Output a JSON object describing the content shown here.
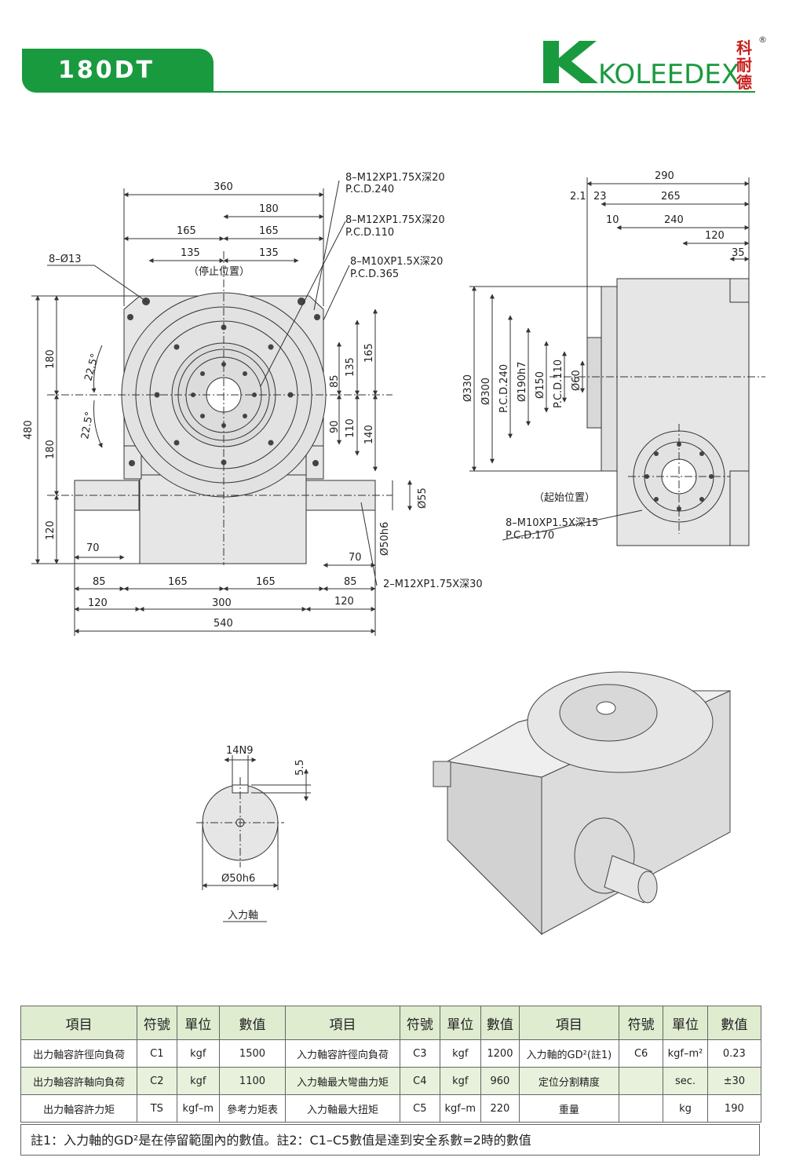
{
  "header": {
    "model": "180DT",
    "brand_name": "KOLEEDEX",
    "brand_cn": [
      "科",
      "耐",
      "德"
    ],
    "registered": "®"
  },
  "colors": {
    "brand_green": "#1a9a3f",
    "table_head": "#dfeccf",
    "table_alt": "#e8f1db",
    "line": "#333333"
  },
  "front_view": {
    "dims": {
      "w360": "360",
      "w180": "180",
      "w165a": "165",
      "w165b": "165",
      "w135a": "135",
      "w135b": "135",
      "h480": "480",
      "h180a": "180",
      "h180b": "180",
      "h120": "120",
      "a22a": "22.5°",
      "a22b": "22.5°",
      "v85": "85",
      "v135": "135",
      "v165": "165",
      "v90": "90",
      "v110": "110",
      "v140": "140",
      "d55": "Ø55",
      "d50": "Ø50h6",
      "b70l": "70",
      "b70r": "70",
      "b85l": "85",
      "b165l": "165",
      "b165r": "165",
      "b85r": "85",
      "b120l": "120",
      "b300": "300",
      "b120r": "120",
      "b540": "540"
    },
    "labels": {
      "hole13": "8–Ø13",
      "stop": "（停止位置）",
      "m12_240": "8–M12XP1.75X深20",
      "pcd240": "P.C.D.240",
      "m12_110": "8–M12XP1.75X深20",
      "pcd110": "P.C.D.110",
      "m10_365": "8–M10XP1.5X深20",
      "pcd365": "P.C.D.365",
      "m12_30": "2–M12XP1.75X深30"
    }
  },
  "side_view": {
    "dims": {
      "w290": "290",
      "w265": "265",
      "w240": "240",
      "w120": "120",
      "w35": "35",
      "w21": "2.1",
      "w23": "23",
      "w10": "10",
      "d330": "Ø330",
      "d300": "Ø300",
      "pcd240": "P.C.D.240",
      "d190": "Ø190h7",
      "d150": "Ø150",
      "pcd110": "P.C.D.110",
      "d60": "Ø60"
    },
    "labels": {
      "start": "（起始位置）",
      "m10_15": "8–M10XP1.5X深15",
      "pcd170": "P.C.D.170"
    }
  },
  "input_shaft": {
    "key": "14N9",
    "depth": "5.5",
    "diameter": "Ø50h6",
    "caption": "入力軸"
  },
  "spec_table": {
    "headers": [
      "項目",
      "符號",
      "單位",
      "數值",
      "項目",
      "符號",
      "單位",
      "數值",
      "項目",
      "符號",
      "單位",
      "數值"
    ],
    "rows": [
      [
        "出力軸容許徑向負荷",
        "C1",
        "kgf",
        "1500",
        "入力軸容許徑向負荷",
        "C3",
        "kgf",
        "1200",
        "入力軸的GD²(註1)",
        "C6",
        "kgf–m²",
        "0.23"
      ],
      [
        "出力軸容許軸向負荷",
        "C2",
        "kgf",
        "1100",
        "入力軸最大彎曲力矩",
        "C4",
        "kgf",
        "960",
        "定位分割精度",
        "",
        "sec.",
        "±30"
      ],
      [
        "出力軸容許力矩",
        "TS",
        "kgf–m",
        "參考力矩表",
        "入力軸最大扭矩",
        "C5",
        "kgf–m",
        "220",
        "重量",
        "",
        "kg",
        "190"
      ]
    ]
  },
  "note": "註1：入力軸的GD²是在停留範圍內的數值。註2：C1–C5數值是達到安全系數=2時的數值"
}
